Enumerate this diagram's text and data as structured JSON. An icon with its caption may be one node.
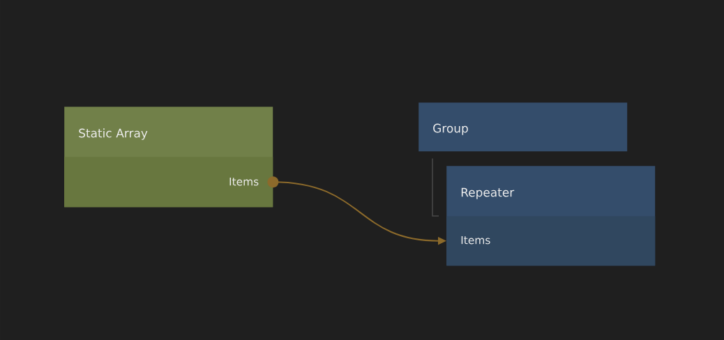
{
  "diagram": {
    "nodes": [
      {
        "text": [
          "Static Array"
        ]
      },
      {
        "text": [
          "Items"
        ],
        "in": 0
      },
      {
        "text": [
          "Group"
        ]
      },
      {
        "text": [
          "Repeater"
        ]
      },
      {
        "text": [
          "Items"
        ],
        "in": 3
      }
    ],
    "edges": [
      {
        "from": 1,
        "to": 4,
        "arrow": "to",
        "color": "#8c6a2b"
      },
      {
        "from": 2,
        "to": 3,
        "arrow": "none",
        "color": "#4a4a4a"
      }
    ]
  }
}
